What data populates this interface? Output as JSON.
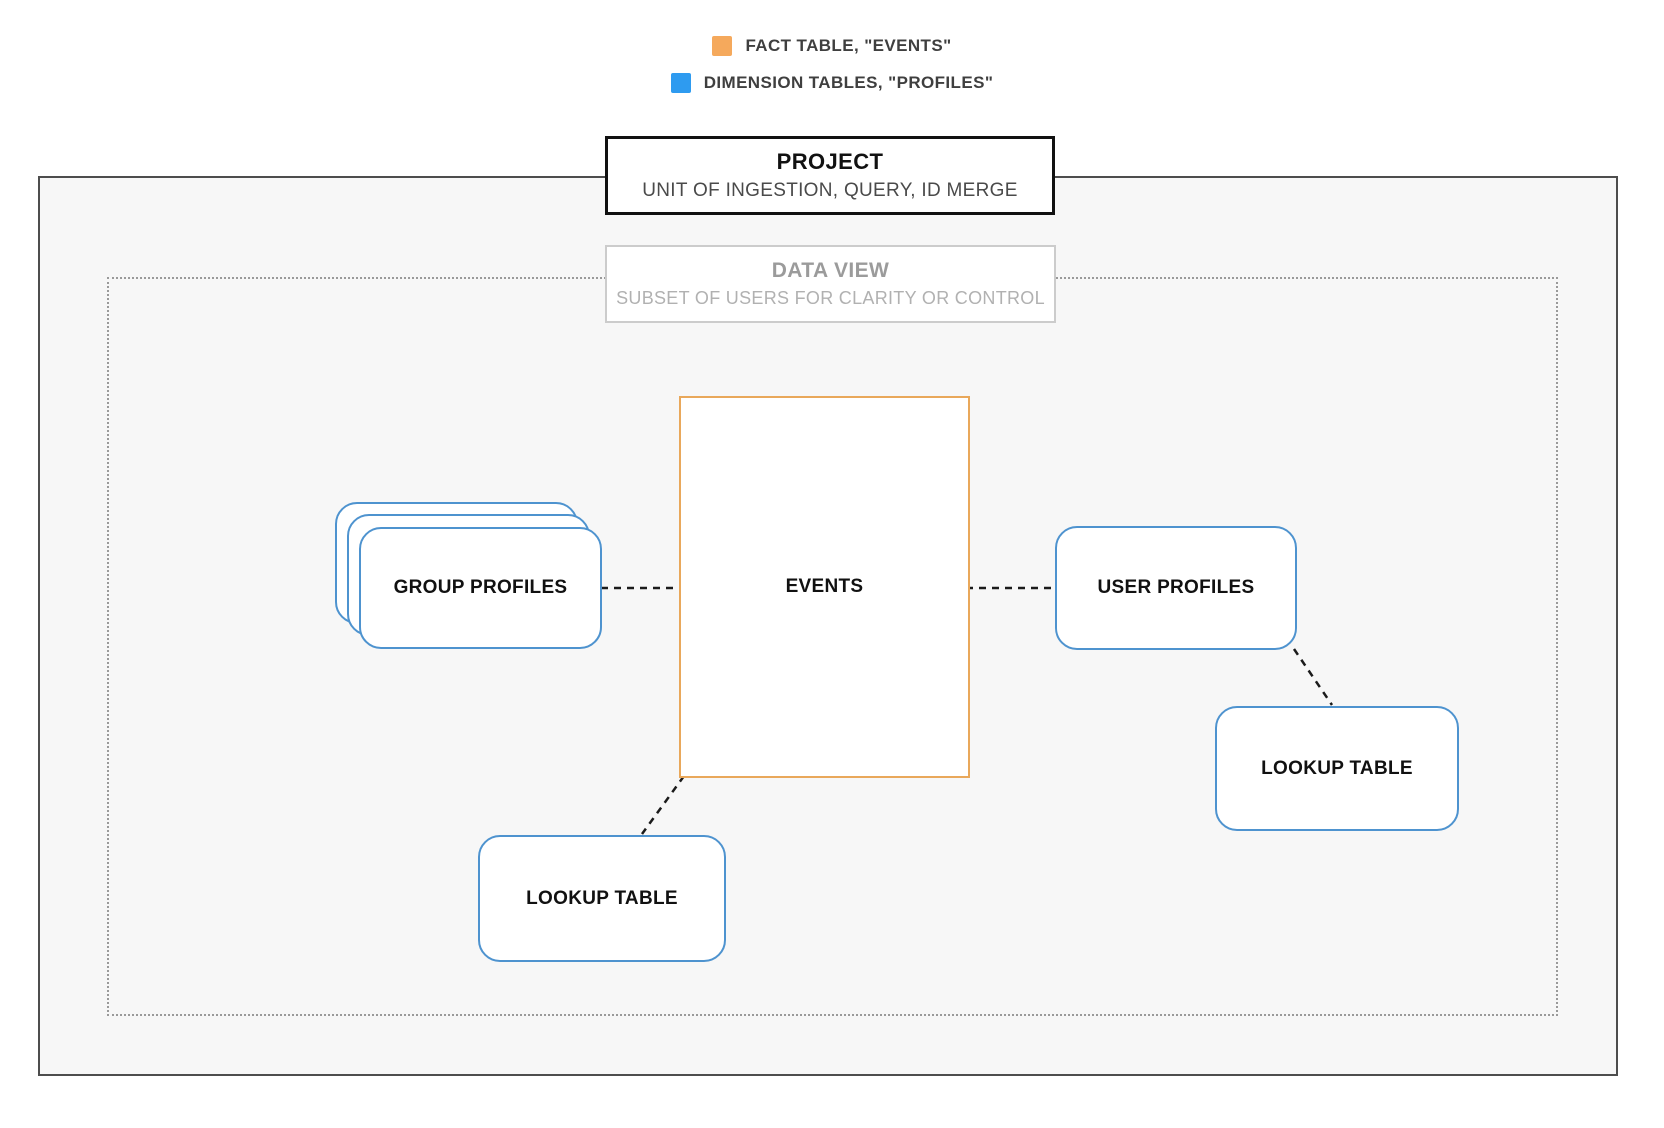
{
  "legend": {
    "items": [
      {
        "label": "FACT TABLE, \"EVENTS\"",
        "swatch_color": "#f5a95c"
      },
      {
        "label": "DIMENSION TABLES, \"PROFILES\"",
        "swatch_color": "#2e9bf0"
      }
    ]
  },
  "project": {
    "title": "PROJECT",
    "subtitle": "UNIT OF INGESTION, QUERY, ID MERGE"
  },
  "data_view": {
    "title": "DATA VIEW",
    "subtitle": "SUBSET OF USERS FOR CLARITY OR CONTROL"
  },
  "nodes": {
    "events": {
      "label": "EVENTS",
      "border_color": "#e9a85b"
    },
    "group_profiles": {
      "label": "GROUP PROFILES",
      "border_color": "#4e93cf"
    },
    "user_profiles": {
      "label": "USER PROFILES",
      "border_color": "#4e93cf"
    },
    "lookup_table_right": {
      "label": "LOOKUP TABLE",
      "border_color": "#4e93cf"
    },
    "lookup_table_bottom": {
      "label": "LOOKUP TABLE",
      "border_color": "#4e93cf"
    }
  },
  "colors": {
    "fact_accent": "#f5a95c",
    "dimension_accent": "#2e9bf0",
    "connector": "#1b1b1b",
    "project_border": "#111111",
    "canvas_fill": "#f7f7f7"
  }
}
